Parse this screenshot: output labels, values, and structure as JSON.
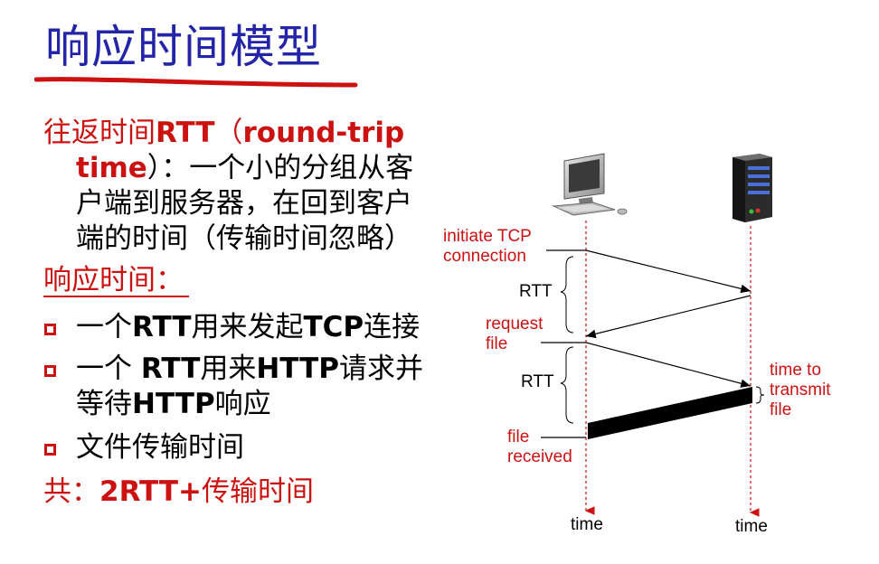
{
  "slide": {
    "title": "响应时间模型",
    "rtt_definition": {
      "line1_prefix": "往返时间",
      "line1_rtt": "RTT",
      "line1_paren": "（",
      "line1_term": "round-trip",
      "line2_term": "time",
      "line2_rest": "）：一个小的分组从客",
      "line3": "户端到服务器，在回到客户",
      "line4": "端的时间（传输时间忽略）"
    },
    "response_time_heading": "响应时间：",
    "bullets": [
      {
        "pre": "一个",
        "strong": "RTT",
        "post": "用来发起",
        "strong2": "TCP",
        "post2": "连接"
      },
      {
        "pre": "一个 ",
        "strong": "RTT",
        "post": "用来",
        "strong2": "HTTP",
        "post2": "请求并"
      },
      {
        "cont_pre": "等待",
        "cont_strong": "HTTP",
        "cont_post": "响应"
      },
      {
        "pre": "文件传输时间"
      }
    ],
    "total": {
      "pre": "共：",
      "strong": "2RTT+",
      "post": "传输时间"
    }
  },
  "diagram": {
    "client_icon": "desktop-computer-icon",
    "server_icon": "server-tower-icon",
    "labels": {
      "initiate_line1": "initiate TCP",
      "initiate_line2": "connection",
      "rtt_1": "RTT",
      "request_line1": "request",
      "request_line2": "file",
      "rtt_2": "RTT",
      "transmit_line1": "time to",
      "transmit_line2": "transmit",
      "transmit_line3": "file",
      "received_line1": "file",
      "received_line2": "received",
      "client_time": "time",
      "server_time": "time"
    },
    "colors": {
      "title": "#2424a8",
      "accent_red": "#cc1111",
      "timeline": "#cc1111"
    }
  }
}
